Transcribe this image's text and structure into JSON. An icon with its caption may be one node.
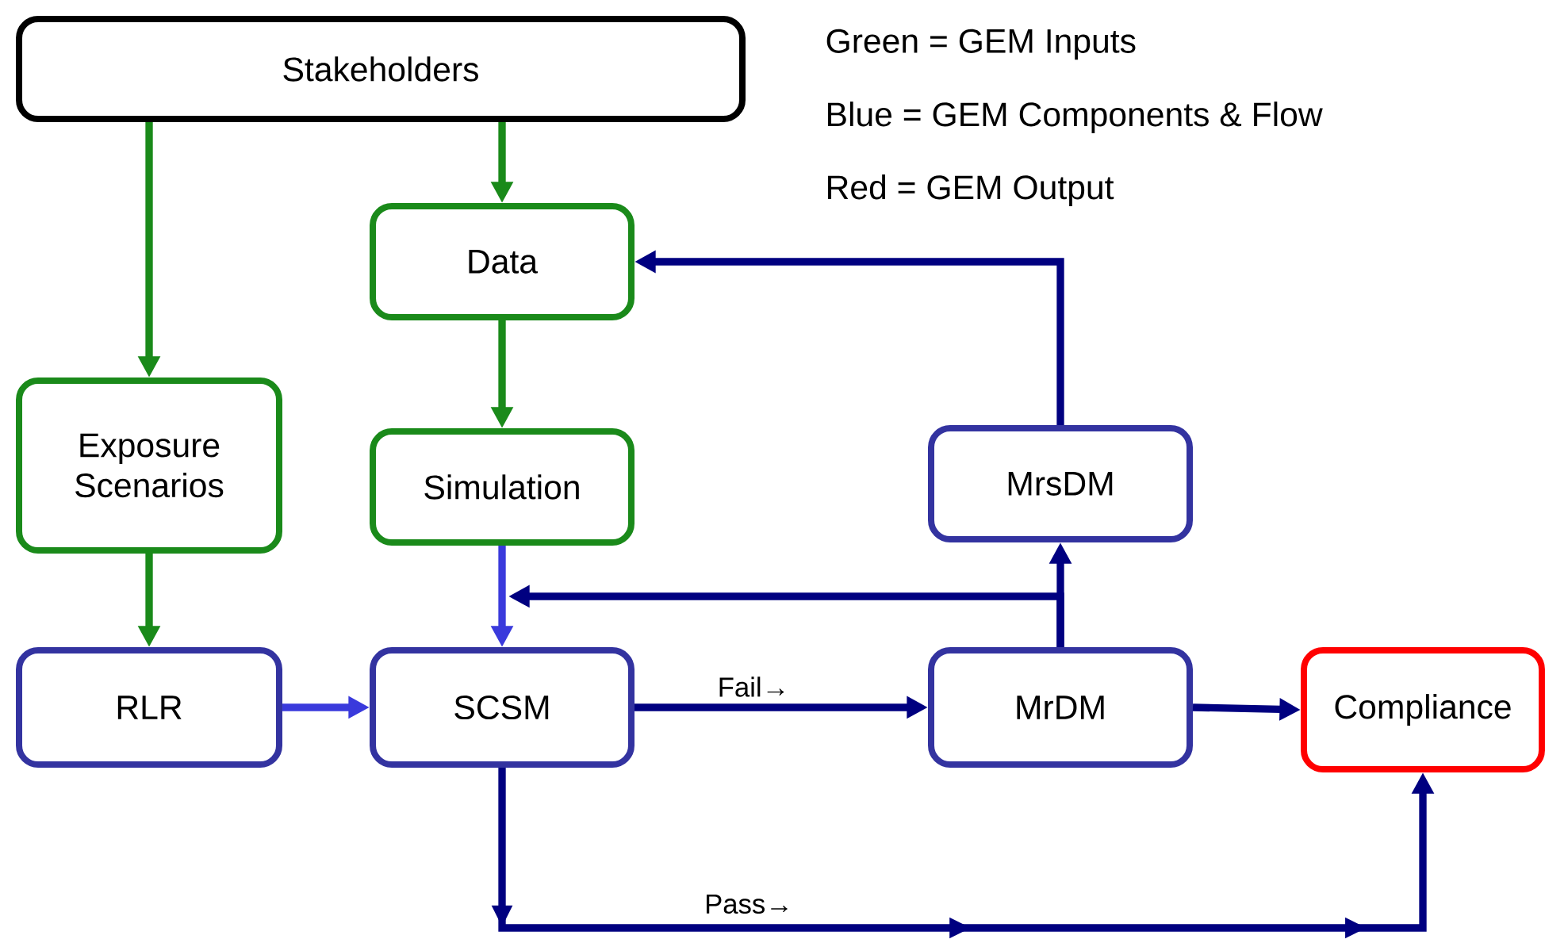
{
  "diagram": {
    "nodes": [
      {
        "text": [
          "Stakeholders"
        ]
      },
      {
        "text": [
          "Data"
        ]
      },
      {
        "text": [
          "Exposure Scenarios"
        ]
      },
      {
        "text": [
          "Simulation"
        ]
      },
      {
        "text": [
          "MrsDM"
        ]
      },
      {
        "text": [
          "RLR"
        ]
      },
      {
        "text": [
          "SCSM"
        ]
      },
      {
        "text": [
          "MrDM"
        ]
      },
      {
        "text": [
          "Compliance"
        ]
      }
    ],
    "edges": [
      {
        "from": 0,
        "to": 2,
        "arrow": "to",
        "color": "#1a8a1a"
      },
      {
        "from": 0,
        "to": 1,
        "arrow": "to",
        "color": "#1a8a1a"
      },
      {
        "from": 1,
        "to": 3,
        "arrow": "to",
        "color": "#1a8a1a"
      },
      {
        "from": 2,
        "to": 5,
        "arrow": "to",
        "color": "#1a8a1a"
      },
      {
        "from": 3,
        "to": 6,
        "arrow": "to",
        "color": "#3a3adc"
      },
      {
        "from": 5,
        "to": 6,
        "arrow": "to",
        "color": "#3a3adc"
      },
      {
        "from": 6,
        "to": 7,
        "arrow": "to",
        "label": "Fail→"
      },
      {
        "from": 7,
        "to": 8,
        "arrow": "to"
      },
      {
        "from": 7,
        "to": 4,
        "arrow": "to"
      },
      {
        "from": 4,
        "to": 1,
        "arrow": "to"
      },
      {
        "from": 7,
        "to": 6,
        "arrow": "to"
      },
      {
        "from": 6,
        "to": 8,
        "arrow": "to",
        "label": "Pass→"
      }
    ],
    "labels": [
      "Green = GEM Inputs",
      "Blue = GEM Components & Flow",
      "Red = GEM Output"
    ]
  }
}
